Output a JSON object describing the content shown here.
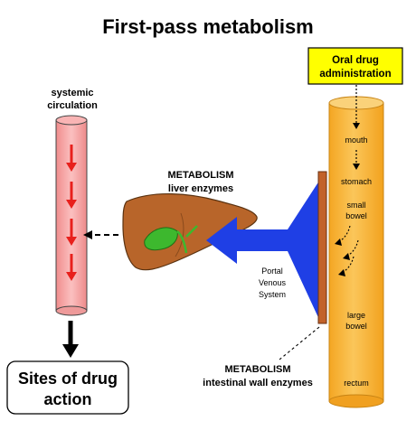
{
  "title": "First-pass metabolism",
  "oral_drug": {
    "line1": "Oral drug",
    "line2": "administration"
  },
  "systemic": {
    "line1": "systemic",
    "line2": "circulation"
  },
  "liver_label": {
    "line1": "METABOLISM",
    "line2": "liver enzymes"
  },
  "gut_segments": [
    "mouth",
    "stomach",
    "small",
    "bowel",
    "large",
    "bowel",
    "rectum"
  ],
  "portal": {
    "line1": "Portal",
    "line2": "Venous",
    "line3": "System"
  },
  "intestinal_label": {
    "line1": "METABOLISM",
    "line2": "intestinal wall enzymes"
  },
  "sites": {
    "line1": "Sites of drug",
    "line2": "action"
  },
  "colors": {
    "gut": "#F7B538",
    "gut_edge": "#E29A1C",
    "vessel": "#F5A3A3",
    "vessel_arrow": "#E8201C",
    "portal_arrow": "#1F3FE5",
    "liver": "#B8652A",
    "gallbladder": "#3DB82E",
    "oral_box": "#FFFF00"
  }
}
